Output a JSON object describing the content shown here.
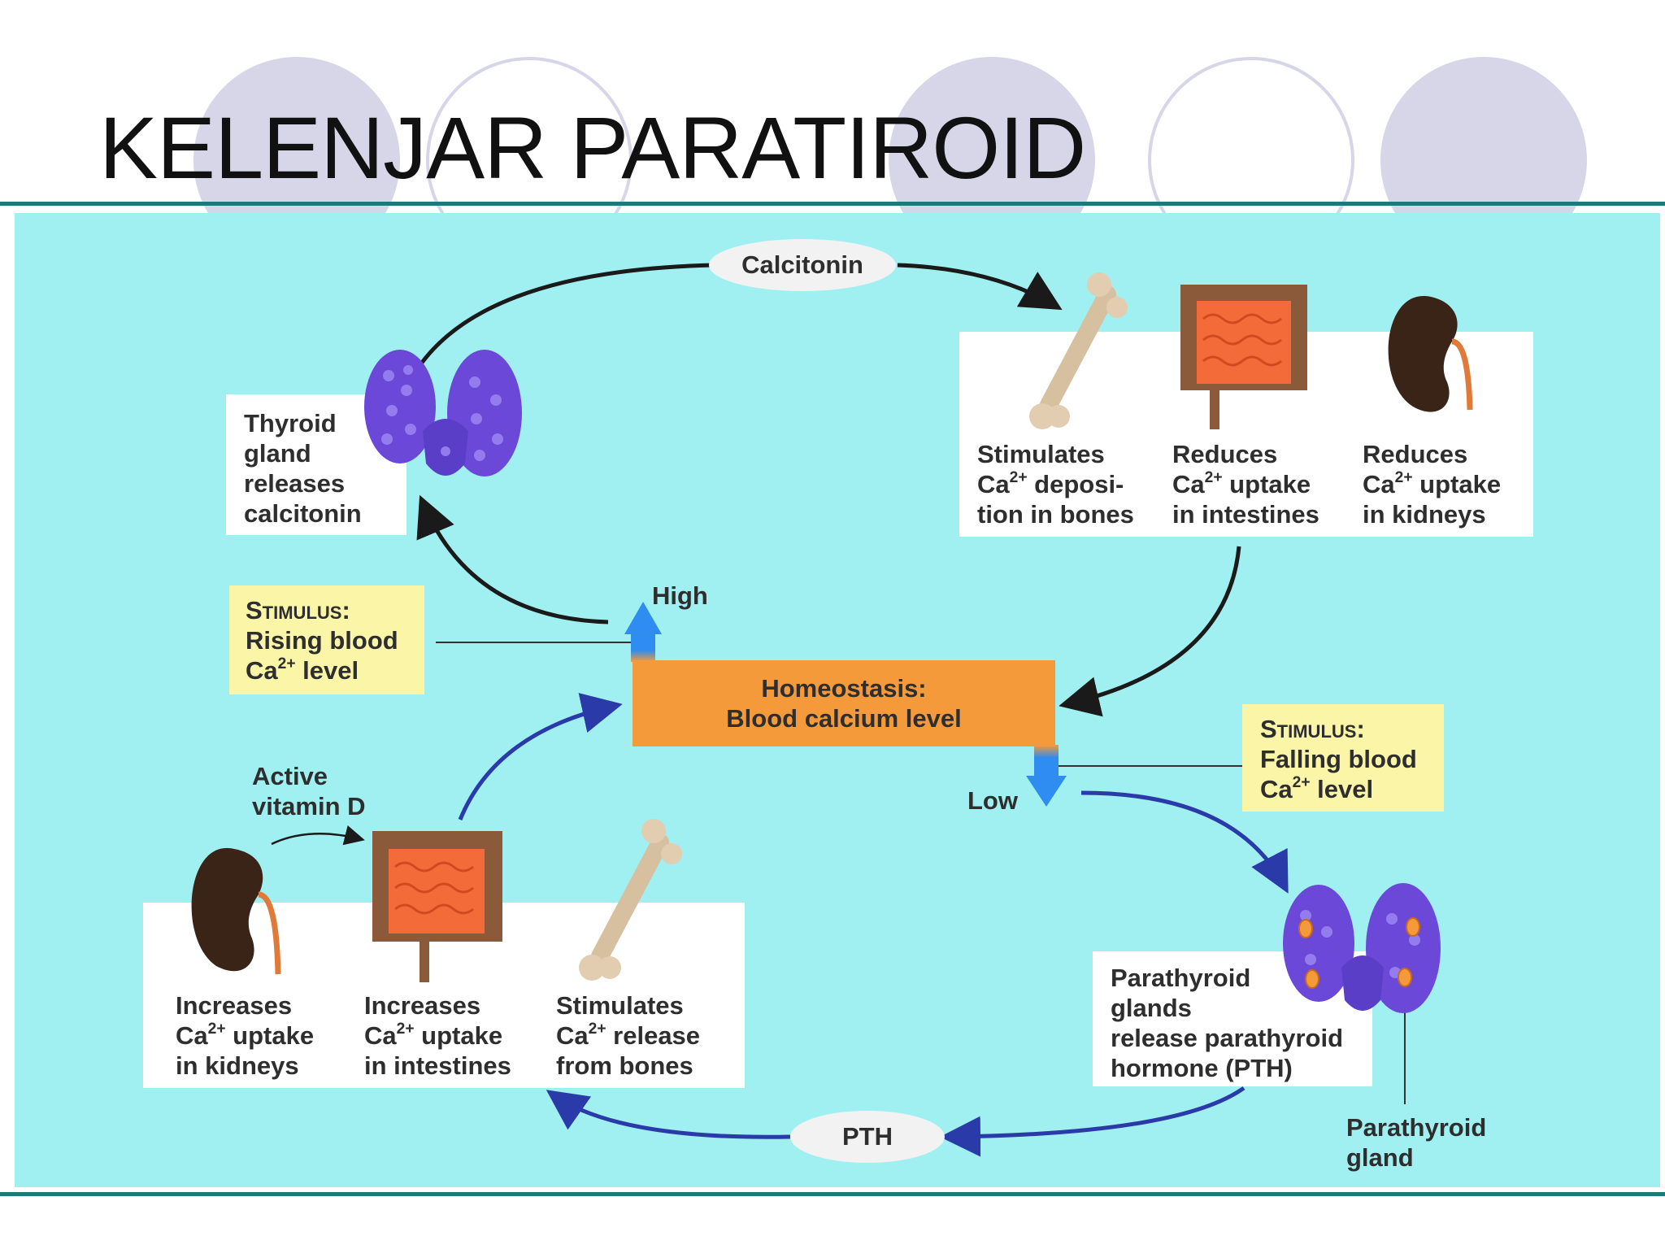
{
  "slide": {
    "title": "KELENJAR PARATIROID"
  },
  "colors": {
    "panel": "#a0f0f2",
    "homeostasis": "#f59a3a",
    "stimulus": "#fbf5a8",
    "arrow_blue": "#2a3aa8",
    "arrow_black": "#1a1a1a",
    "teal_rule": "#1b7b7b"
  },
  "diagram": {
    "calcitonin_label": "Calcitonin",
    "pth_label": "PTH",
    "high_label": "High",
    "low_label": "Low",
    "active_vitamin_d": [
      "Active",
      "vitamin D"
    ],
    "homeostasis": [
      "Homeostasis:",
      "Blood calcium level"
    ],
    "thyroid": [
      "Thyroid",
      "gland",
      "releases",
      "calcitonin"
    ],
    "parathyroid_box": [
      "Parathyroid",
      "glands",
      "release parathyroid",
      "hormone (PTH)"
    ],
    "parathyroid_gland_label": [
      "Parathyroid",
      "gland"
    ],
    "stimulus_high": {
      "head": "Stimulus:",
      "line1": "Rising blood",
      "line2_pre": "Ca",
      "sup": "2+",
      "line2_post": " level"
    },
    "stimulus_low": {
      "head": "Stimulus:",
      "line1": "Falling blood",
      "line2_pre": "Ca",
      "sup": "2+",
      "line2_post": " level"
    },
    "effects_high": [
      {
        "l1": "Stimulates",
        "pre": "Ca",
        "sup": "2+",
        "post": " deposi-",
        "l3": "tion in bones"
      },
      {
        "l1": "Reduces",
        "pre": "Ca",
        "sup": "2+",
        "post": " uptake",
        "l3": "in intestines"
      },
      {
        "l1": "Reduces",
        "pre": "Ca",
        "sup": "2+",
        "post": " uptake",
        "l3": "in kidneys"
      }
    ],
    "effects_low": [
      {
        "l1": "Increases",
        "pre": "Ca",
        "sup": "2+",
        "post": " uptake",
        "l3": "in kidneys"
      },
      {
        "l1": "Increases",
        "pre": "Ca",
        "sup": "2+",
        "post": " uptake",
        "l3": "in intestines"
      },
      {
        "l1": "Stimulates",
        "pre": "Ca",
        "sup": "2+",
        "post": " release",
        "l3": "from bones"
      }
    ],
    "icons": [
      "thyroid-icon",
      "bone-icon",
      "intestine-icon",
      "kidney-icon",
      "parathyroid-icon"
    ]
  }
}
